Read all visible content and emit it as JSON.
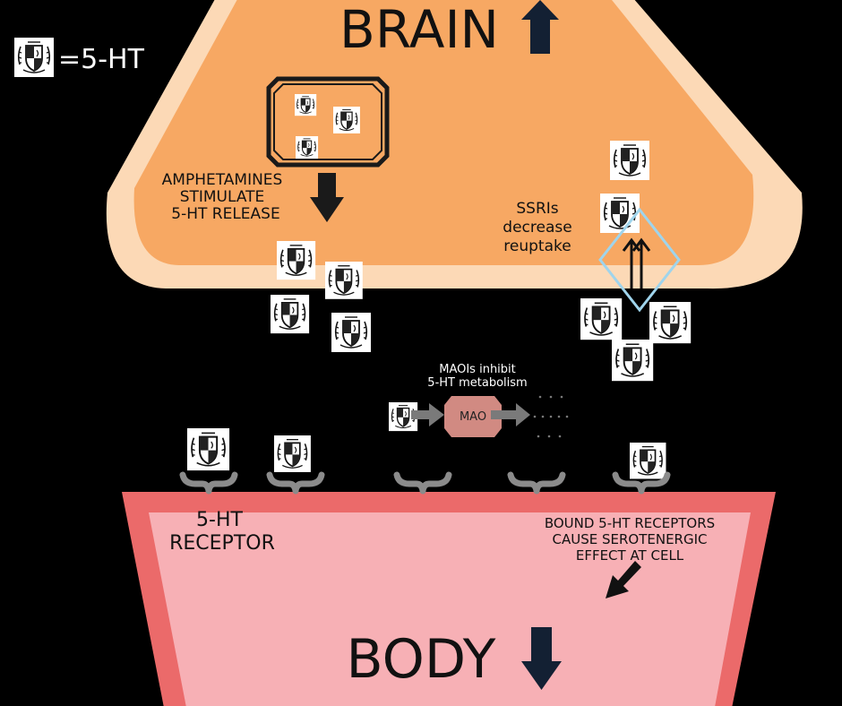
{
  "legend": {
    "symbol_label": "=5-HT",
    "icon": "crest-icon"
  },
  "brain": {
    "title": "BRAIN",
    "arrow": "up-arrow"
  },
  "body_region": {
    "title": "BODY",
    "arrow": "down-arrow"
  },
  "amphetamine_note": {
    "lines": [
      "AMPHETAMINES",
      "STIMULATE",
      "5-HT RELEASE"
    ]
  },
  "ssri_note": {
    "lines": [
      "SSRIs",
      "decrease",
      "reuptake"
    ]
  },
  "maoi_note": {
    "lines": [
      "MAOIs inhibit",
      "5-HT metabolism"
    ]
  },
  "mao": {
    "label": "MAO"
  },
  "receptor_label": {
    "lines": [
      "5-HT",
      "RECEPTOR"
    ]
  },
  "bound_note": {
    "lines": [
      "BOUND 5-HT RECEPTORS",
      "CAUSE SEROTENERGIC",
      "EFFECT AT CELL"
    ]
  },
  "colors": {
    "background": "#000000",
    "brain_outer": "#fcd9b6",
    "brain_inner": "#f7a863",
    "body_outer": "#eb6a6a",
    "body_inner": "#f7b0b5",
    "transporter": "#9fd4ec",
    "mao_fill": "#d18a82",
    "arrow_dark": "#132033"
  }
}
